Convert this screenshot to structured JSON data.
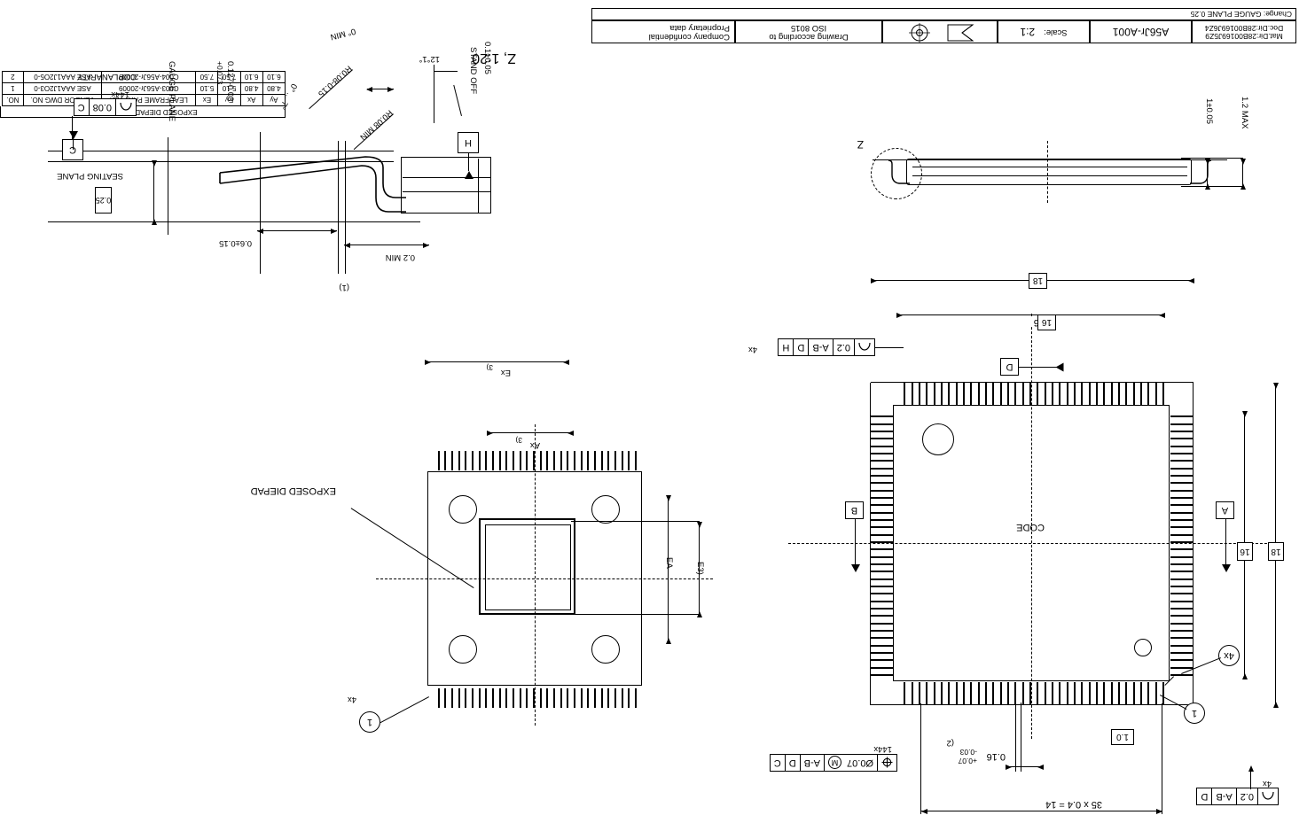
{
  "sheet": {
    "change_note": "Change: GAUGE PLANE 0.25",
    "title_block": {
      "company": "Company confidential",
      "company2": "Proprietary data",
      "standard": "Drawing according to",
      "standard2": "ISO 8015",
      "projection_symbol": "first-angle-projection-icon",
      "scale_label": "Scale:",
      "scale_value": "2:1",
      "drawing_no": "A56Jr-A001",
      "doc_dir": "Doc.Dir:28B00169J6Z4",
      "mat_dir": "Mat.Dir:28B00169J5Z9"
    },
    "dim_table": {
      "title": "EXPOSED DIEPAD DIMENSIONS",
      "headers": [
        "Ay",
        "Ax",
        "Ey",
        "Ex",
        "LEADFRAME PART NO.",
        "VENDOR DWG NO.",
        "NO."
      ],
      "rows": [
        [
          "4.80",
          "4.80",
          "5.10",
          "5.10",
          "C003-A56Jr-20009",
          "ASE AAA1J2O3-0",
          "1"
        ],
        [
          "6.10",
          "6.10",
          "7.50",
          "7.50",
          "C004-A56Jr-20009",
          "ASE AAA1J2O5-0",
          "2"
        ]
      ]
    }
  },
  "top_view": {
    "name": "top-view-package-outline",
    "body_marking": "CODE",
    "pitch_note": "35 x 0.4 = 14",
    "lead_width_note": "0.16",
    "lead_width_tol_up": "+0.07",
    "lead_width_tol_dn": "-0.03",
    "lead_width_ref": "(2",
    "fcf_position": {
      "count": "144x",
      "symbol": "position-tolerance-icon",
      "tolerance": "Ø0.07",
      "modifier": "M",
      "datums": [
        "A-B",
        "D",
        "C"
      ]
    },
    "fcf_profile_top": {
      "count": "4x",
      "symbol": "profile-of-surface-icon",
      "tolerance": "0.2",
      "datums": [
        "A-B",
        "D"
      ]
    },
    "fcf_profile_bottom": {
      "count": "4x",
      "symbol": "profile-of-surface-icon",
      "tolerance": "0.2",
      "datums": [
        "A-B",
        "D",
        "H"
      ]
    },
    "dim_D_outer": "18",
    "dim_D_body": "16",
    "dim_E_outer": "18",
    "dim_E_body": "16",
    "dim_leadlen": "1.0",
    "datum_A": "A",
    "datum_B": "B",
    "datum_D": "D",
    "balloon_1": "1",
    "balloon_4x": "4x"
  },
  "bottom_view": {
    "name": "bottom-view-exposed-diepad",
    "callout": "EXPOSED DIEPAD",
    "dim_E3": "E3)",
    "dim_EA": "EA",
    "dim_Ax": "Ax",
    "dim_Ex": "Ex",
    "ref_3a": "3)",
    "ref_3b": "3)",
    "balloon_1": "1",
    "balloon_4x": "4x"
  },
  "side_view": {
    "name": "side-view-package",
    "dim_total_height": "1.2 MAX",
    "dim_body_thickness": "1±0.05",
    "detail_marker": "Z"
  },
  "detail_z": {
    "name": "detail-z-lead-profile",
    "title": "Z",
    "scale": "1:20",
    "stand_off_label": "STAND OFF",
    "stand_off_value": "0.1±0.05",
    "foot_length": "0.2 MIN",
    "radius_inner": "R0.08 MIN",
    "radius_outer": "R0.08-0.15",
    "lead_thickness": "0.6±0.15",
    "gauge_plane_label": "GAUGE PLANE",
    "gauge_plane_dim": "0.25",
    "lead_thk_dim": "0.127-0.03",
    "lead_thk_tol": "+0.073",
    "angle_lead": "12°1°",
    "angle_min": "0° MIN",
    "angle_side": "0° ... 7°",
    "coplanarity_label": "COPLANARITY",
    "coplanarity_count": "144x",
    "coplanarity_tol": "0.08",
    "coplanarity_datum": "C",
    "seating_plane_label": "SEATING PLANE",
    "datum_C": "C",
    "datum_H": "H",
    "ref_1": "(1)"
  }
}
